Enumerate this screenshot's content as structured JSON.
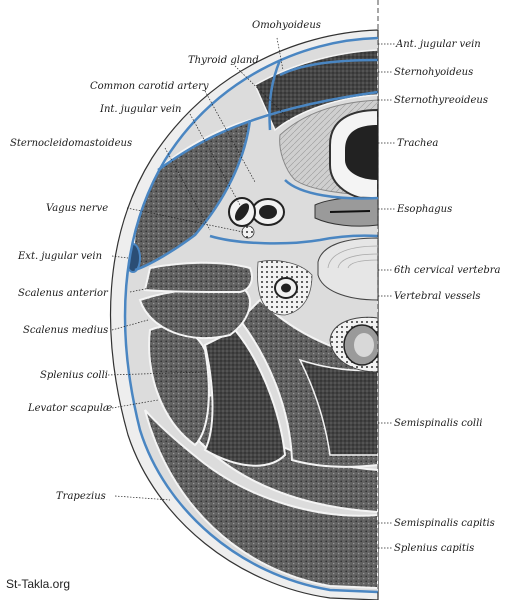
{
  "labels_right": {
    "omohyoideus": "Omohyoideus",
    "ant_jugular_vein": "Ant. jugular vein",
    "sternohyoideus": "Sternohyoideus",
    "sternothyreoideus": "Sternothyreoideus",
    "trachea": "Trachea",
    "esophagus": "Esophagus",
    "sixth_cervical_vertebra": "6th cervical vertebra",
    "vertebral_vessels": "Vertebral vessels",
    "semispinalis_colli": "Semispinalis colli",
    "semispinalis_capitis": "Semispinalis capitis",
    "splenius_capitis": "Splenius capitis"
  },
  "labels_left": {
    "thyroid_gland": "Thyroid gland",
    "common_carotid_artery": "Common carotid artery",
    "int_jugular_vein": "Int. jugular vein",
    "sternocleidomastoideus": "Sternocleidomastoideus",
    "vagus_nerve": "Vagus nerve",
    "ext_jugular_vein": "Ext. jugular vein",
    "scalenus_anterior": "Scalenus anterior",
    "scalenus_medius": "Scalenus medius",
    "splenius_colli": "Splenius colli",
    "levator_scapulae": "Levator scapulæ",
    "trapezius": "Trapezius"
  },
  "watermark": "St-Takla.org",
  "colors": {
    "fascia_blue": "#4a86c2",
    "muscle_dark": "#5b5b5b",
    "tissue_light": "#d9d9d9",
    "background": "#ffffff"
  }
}
